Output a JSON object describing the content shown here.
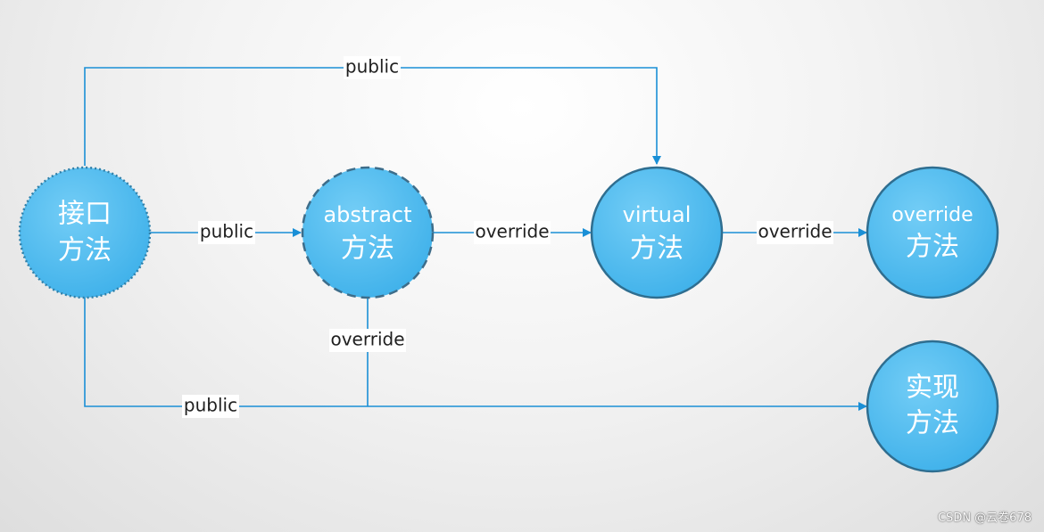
{
  "colors": {
    "edge": "#1a8fd6",
    "node_fill": "#4fb8ec",
    "node_stroke": "#2f7fa8",
    "label_bg": "#ffffff"
  },
  "nodes": {
    "interface": {
      "line1": "接口",
      "line2": "方法",
      "border": "dotted"
    },
    "abstract": {
      "line1": "abstract",
      "line2": "方法",
      "border": "dashed"
    },
    "virtual": {
      "line1": "virtual",
      "line2": "方法",
      "border": "solid"
    },
    "override": {
      "line1": "override",
      "line2": "方法",
      "border": "solid"
    },
    "implement": {
      "line1": "实现",
      "line2": "方法",
      "border": "solid"
    }
  },
  "edges": {
    "interface_to_abstract": "public",
    "interface_to_virtual": "public",
    "interface_to_implement": "public",
    "abstract_to_virtual": "override",
    "abstract_to_implement": "override",
    "virtual_to_override": "override"
  },
  "watermark": "CSDN @云卷678"
}
